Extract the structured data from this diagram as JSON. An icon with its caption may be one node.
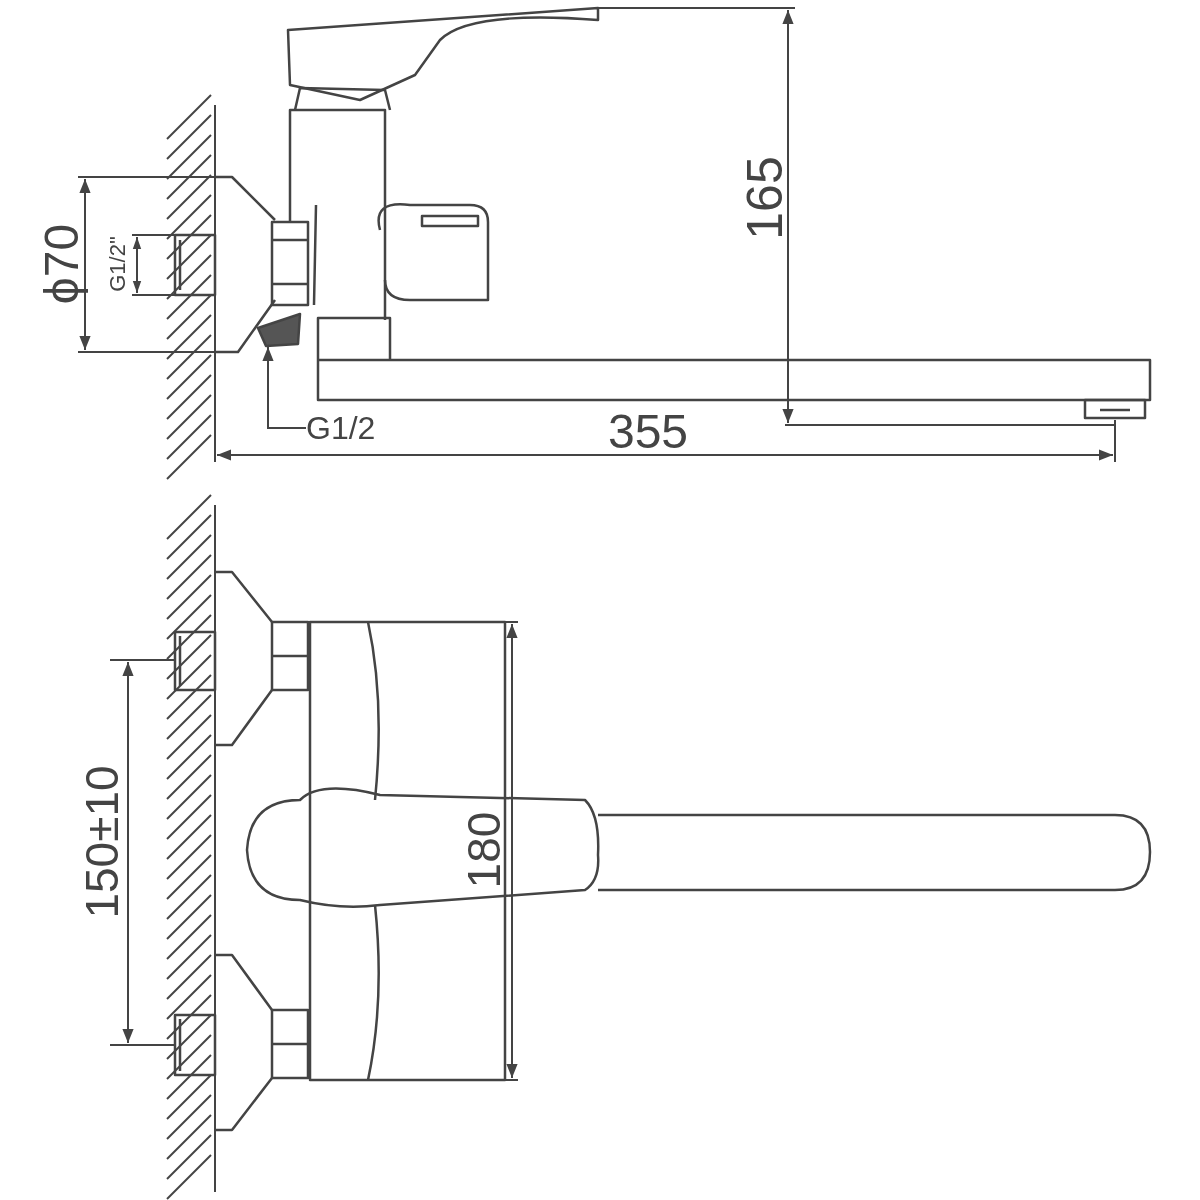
{
  "diagram": {
    "nodes": [
      {
        "text": [
          "G1/2"
        ]
      },
      {
        "text": [],
        "shape": "picture"
      }
    ],
    "edges": [
      {
        "from": 0,
        "to": 1,
        "arrow": "to"
      }
    ],
    "labels": [
      "165",
      "ϕ70",
      "G1/2\"",
      "355",
      "180",
      "150±10"
    ]
  }
}
